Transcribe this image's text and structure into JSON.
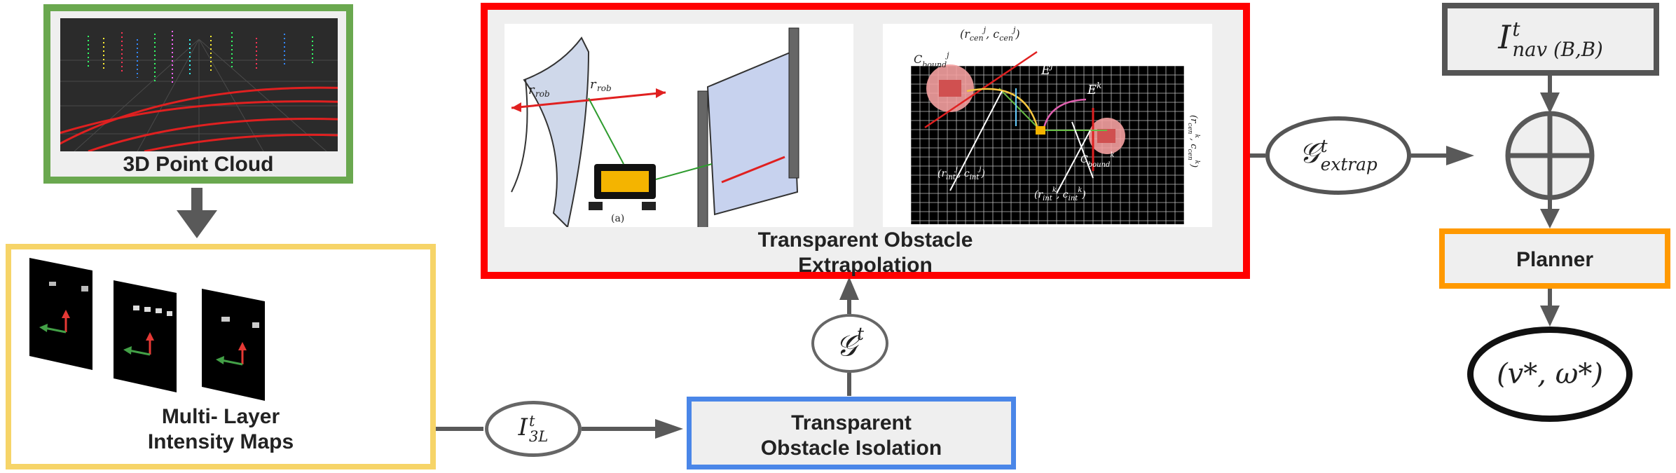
{
  "nodes": {
    "point_cloud": {
      "label": "3D Point Cloud",
      "border": "#6aa84f"
    },
    "intensity_maps": {
      "label_line1": "Multi- Layer",
      "label_line2": "Intensity Maps",
      "border": "#f6d468"
    },
    "extrapolation": {
      "label_line1": "Transparent Obstacle",
      "label_line2": "Extrapolation",
      "border": "#ff0000"
    },
    "isolation": {
      "label_line1": "Transparent",
      "label_line2": "Obstacle Isolation",
      "border": "#4a86e8"
    },
    "planner": {
      "label": "Planner",
      "border": "#ff9900"
    },
    "nav_input": {
      "base": "I",
      "sup": "t",
      "sub": "nav (B,B)",
      "border": "#555555"
    }
  },
  "edges": {
    "i3l": {
      "base": "I",
      "sup": "t",
      "sub": "3L"
    },
    "g_t": {
      "base": "𝒢",
      "sup": "t"
    },
    "g_extrap": {
      "base": "𝒢",
      "sup": "t",
      "sub": "extrap"
    }
  },
  "output": {
    "text": "(v*, ω*)"
  },
  "sketch": {
    "caption": "(a)",
    "r_rob": "r",
    "rob_sub": "rob"
  },
  "grid_annotations": {
    "cen_j": "(r",
    "cen_j_sub": "cen",
    "bound_j": "C",
    "e_j": "E",
    "e_k": "E",
    "int_j": "(r",
    "int_k": "(r",
    "cen_k": "(r",
    "bound_k": "C",
    "sup_j": "j",
    "sup_k": "k",
    "sub_cen": "cen",
    "sub_int": "int",
    "sub_bound": "bound",
    "c_cen": "c",
    "c_int": "c"
  },
  "colors": {
    "arrow": "#595959",
    "grid_bg": "#000000",
    "grid_line": "#ffffff"
  }
}
